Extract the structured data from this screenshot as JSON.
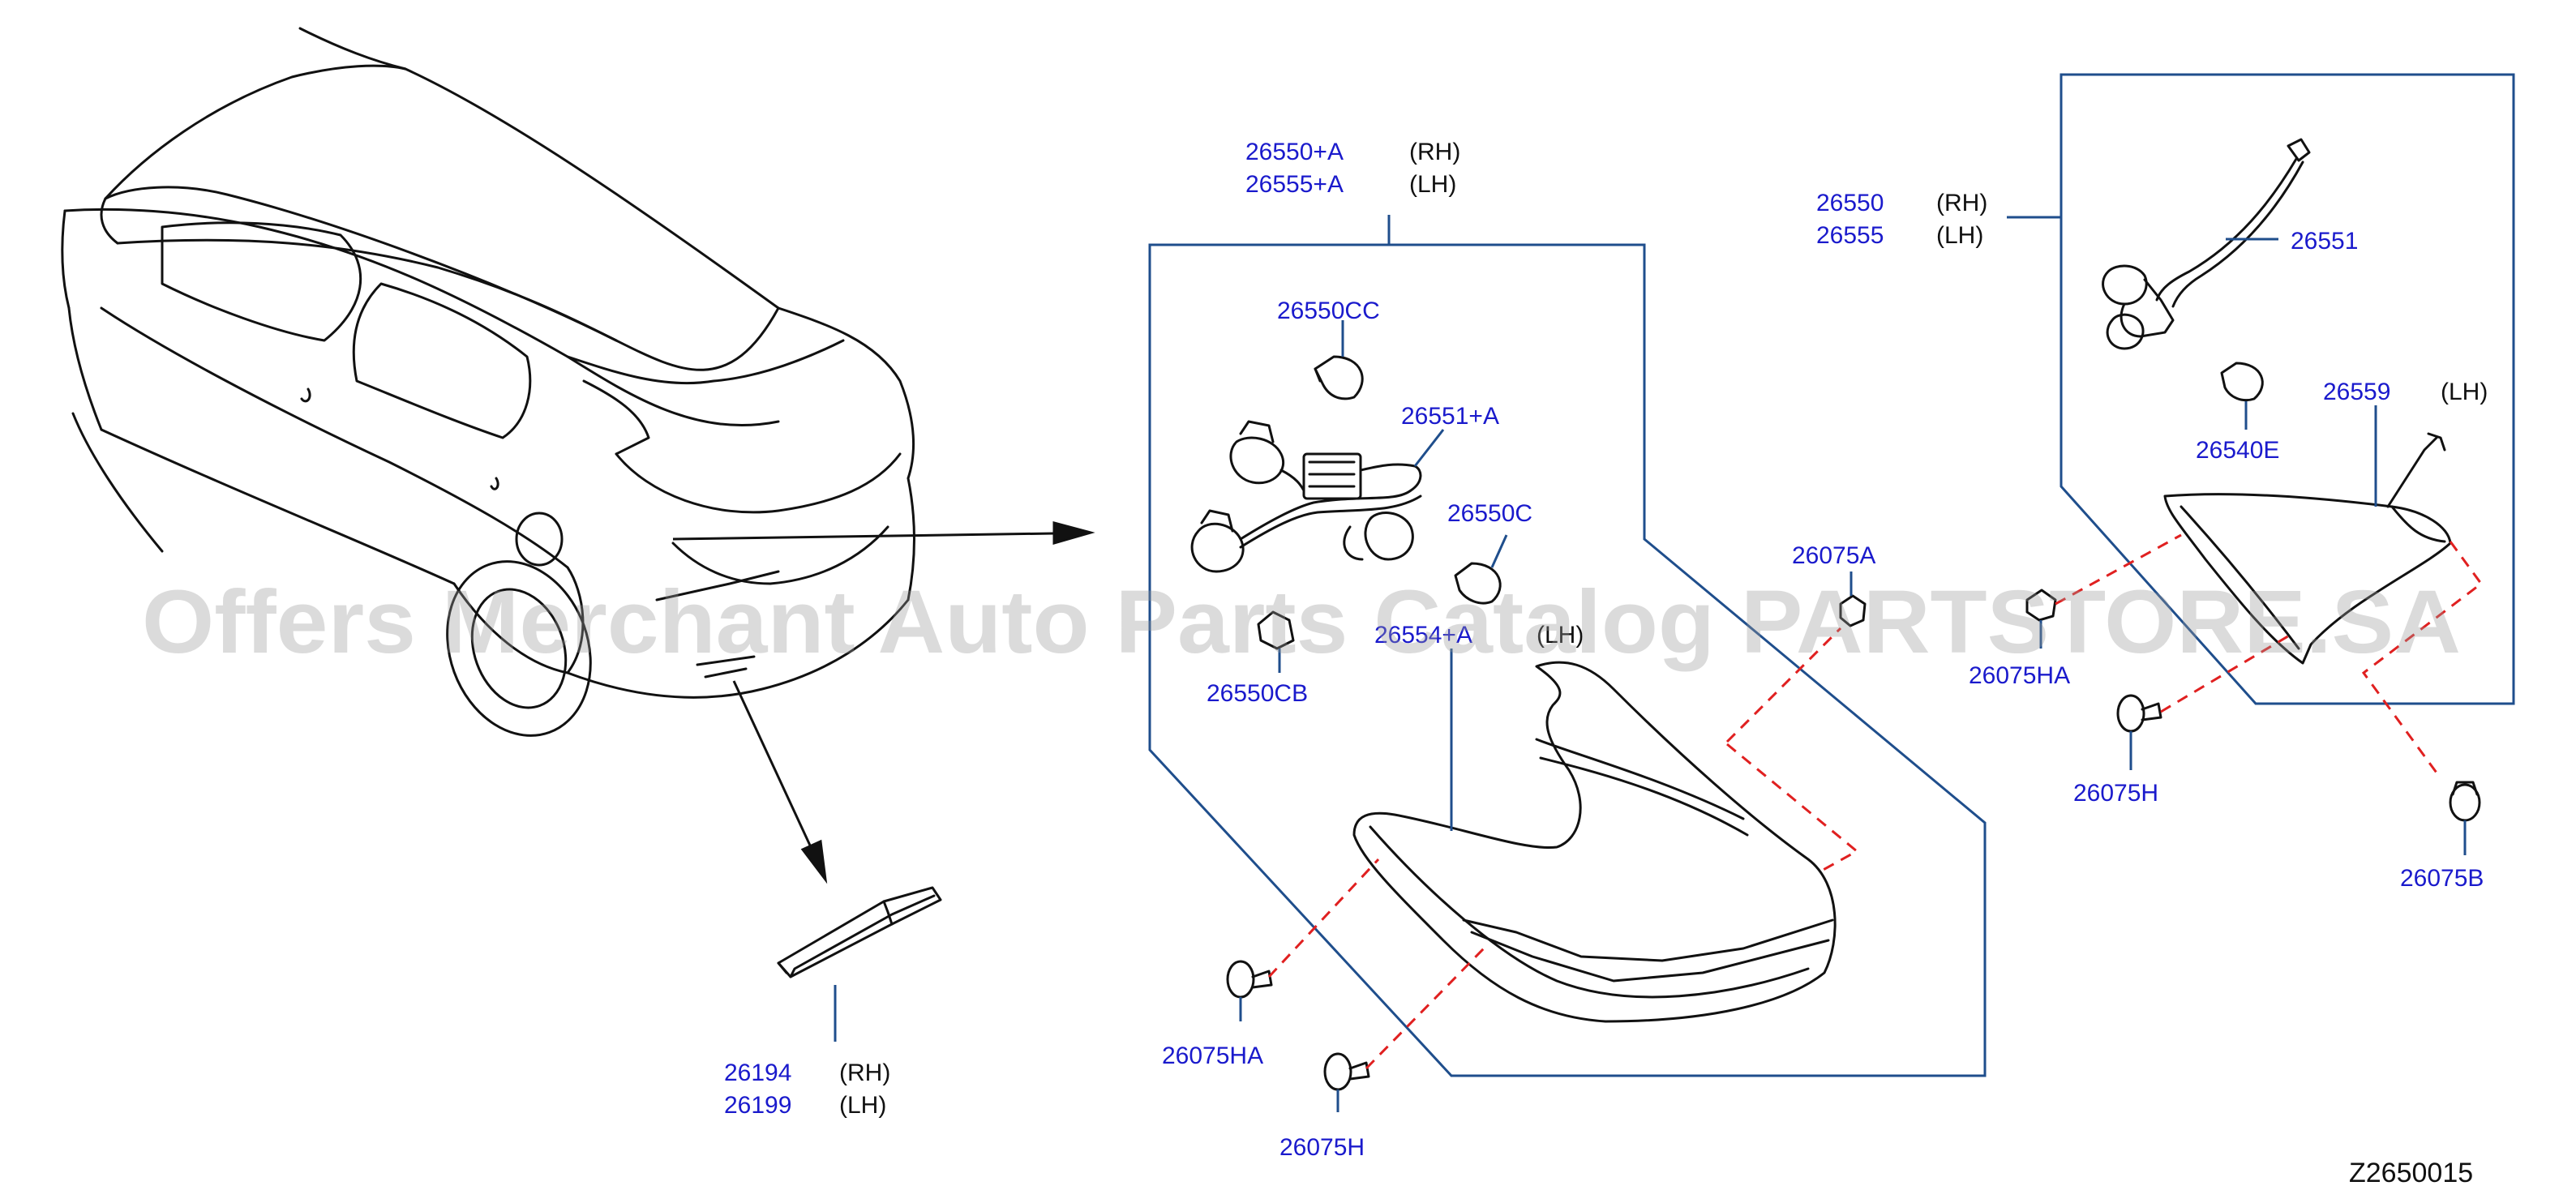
{
  "colors": {
    "part_number": "#1a1acc",
    "leader": "#1f4e8c",
    "frame": "#1f4e8c",
    "drawing": "#111111",
    "dashed": "#e02020",
    "watermark": "#9a9a9a",
    "background": "#ffffff"
  },
  "watermark": "Offers Merchant Auto Parts Catalog PARTSTORE.SA",
  "drawing_id": "Z2650015",
  "labels": {
    "rear_assy_rh": "26550+A",
    "rear_assy_lh": "26555+A",
    "rear_rh_side": "(RH)",
    "rear_lh_side": "(LH)",
    "bulb_cc": "26550CC",
    "harness_a": "26551+A",
    "bulb_c": "26550C",
    "socket_cb": "26550CB",
    "lens_a": "26554+A",
    "lens_a_side": "(LH)",
    "clip_a": "26075A",
    "clip_ha_left": "26075HA",
    "clip_h_left": "26075H",
    "side_marker_rh": "26194",
    "side_marker_lh": "26199",
    "side_marker_rh_side": "(RH)",
    "side_marker_lh_side": "(LH)",
    "assy_rh": "26550",
    "assy_lh": "26555",
    "assy_rh_side": "(RH)",
    "assy_lh_side": "(LH)",
    "harness": "26551",
    "bulb_e": "26540E",
    "lens": "26559",
    "lens_side": "(LH)",
    "clip_ha_right": "26075HA",
    "clip_h_right": "26075H",
    "clip_b": "26075B"
  }
}
